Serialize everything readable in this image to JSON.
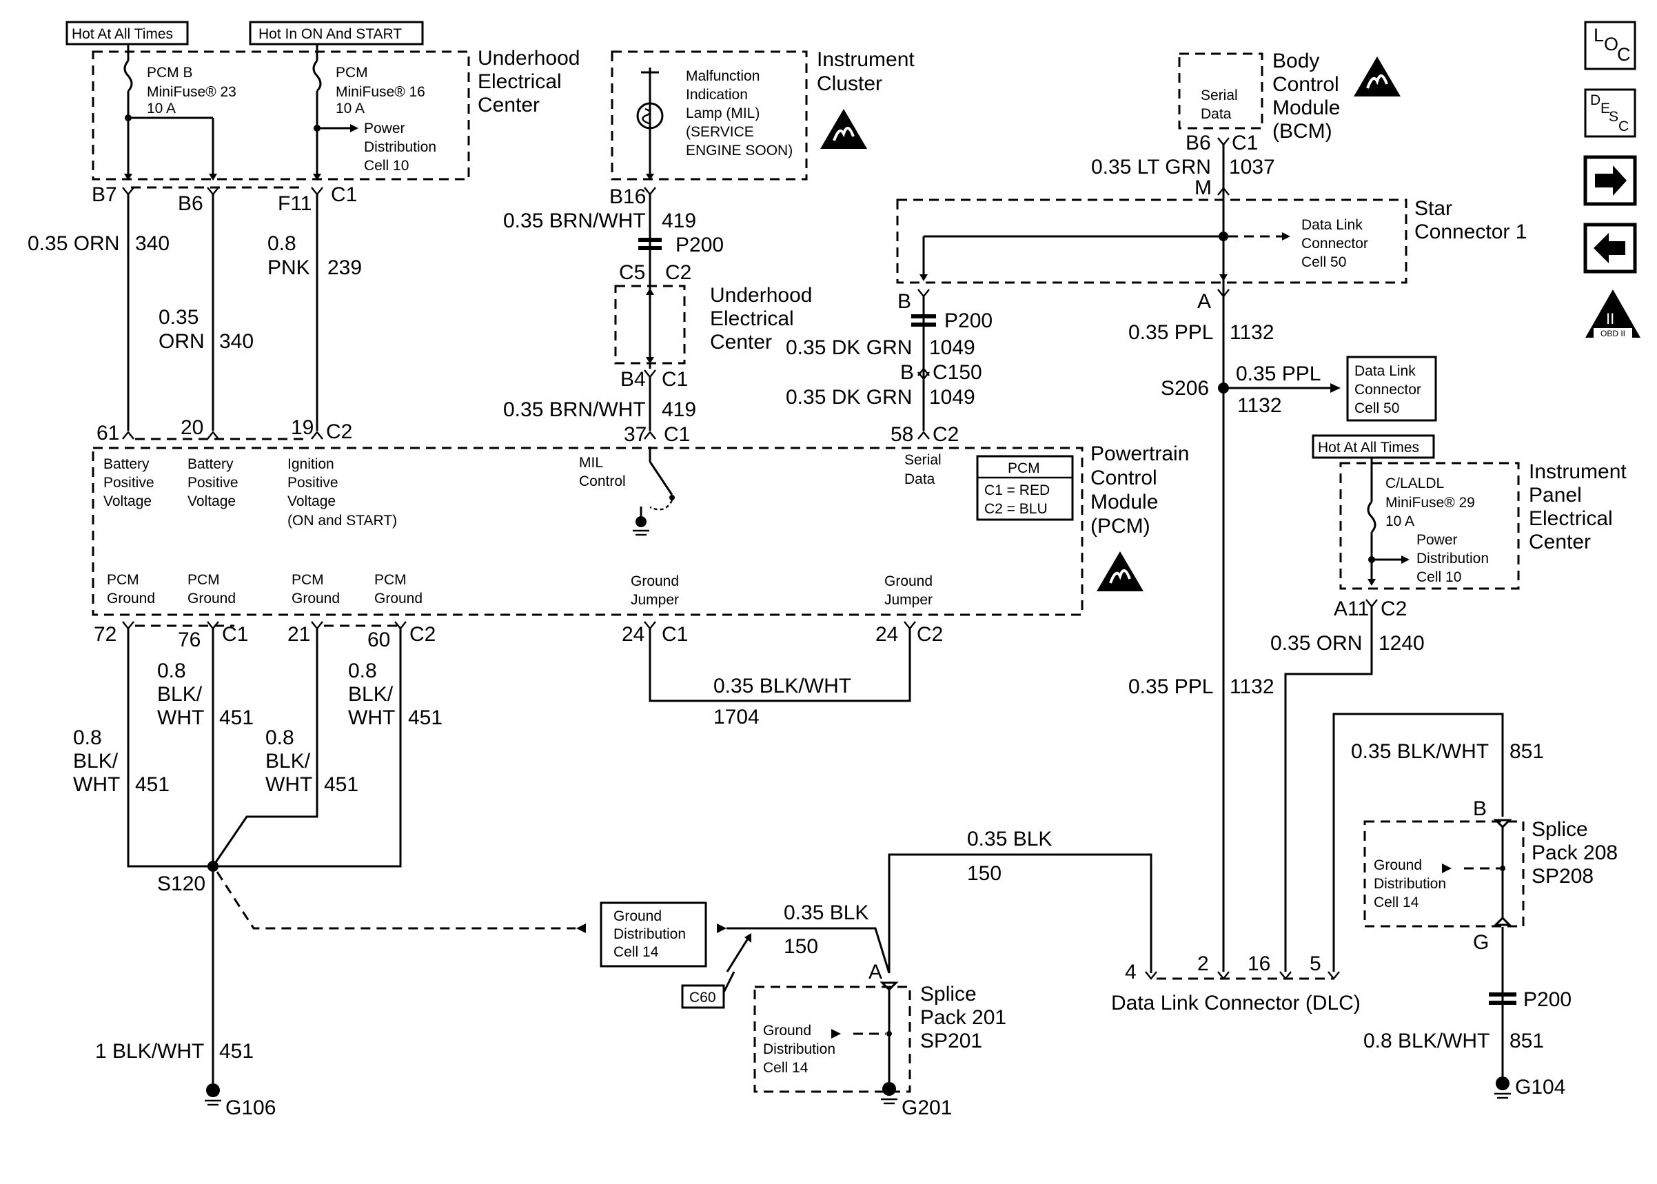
{
  "headers": {
    "hot_all_times": "Hot At All Times",
    "hot_on_start": "Hot In ON And START",
    "hot_all_times_2": "Hot At All Times"
  },
  "components": {
    "underhood_center_top": [
      "Underhood",
      "Electrical",
      "Center"
    ],
    "underhood_center_mid": [
      "Underhood",
      "Electrical",
      "Center"
    ],
    "instrument_cluster": [
      "Instrument",
      "Cluster"
    ],
    "bcm": [
      "Body",
      "Control",
      "Module",
      "(BCM)"
    ],
    "star_connector": [
      "Star",
      "Connector 1"
    ],
    "pcm": [
      "Powertrain",
      "Control",
      "Module",
      "(PCM)"
    ],
    "ip_center": [
      "Instrument",
      "Panel",
      "Electrical",
      "Center"
    ],
    "splice_201": [
      "Splice",
      "Pack 201",
      "SP201"
    ],
    "splice_208": [
      "Splice",
      "Pack 208",
      "SP208"
    ],
    "dlc": "Data Link Connector (DLC)"
  },
  "fuses": {
    "pcm_b": [
      "PCM B",
      "MiniFuse® 23",
      "10 A"
    ],
    "pcm": [
      "PCM",
      "MiniFuse® 16",
      "10 A"
    ],
    "clalidl": [
      "C/LALDL",
      "MiniFuse® 29",
      "10 A"
    ]
  },
  "refs": {
    "power_dist": [
      "Power",
      "Distribution",
      "Cell 10"
    ],
    "power_dist_ip": [
      "Power",
      "Distribution",
      "Cell 10"
    ],
    "mil": [
      "Malfunction",
      "Indication",
      "Lamp (MIL)",
      "(SERVICE",
      "ENGINE SOON)"
    ],
    "serial_data_bcm": [
      "Serial",
      "Data"
    ],
    "dlc_ref_star": [
      "Data Link",
      "Connector",
      "Cell 50"
    ],
    "dlc_ref_box": [
      "Data Link",
      "Connector",
      "Cell 50"
    ],
    "ground_dist_box": [
      "Ground",
      "Distribution",
      "Cell 14"
    ],
    "ground_dist_sp201": [
      "Ground",
      "Distribution",
      "Cell 14"
    ],
    "ground_dist_sp208": [
      "Ground",
      "Distribution",
      "Cell 14"
    ],
    "c60": "C60"
  },
  "pcm_pins": {
    "batt1": [
      "Battery",
      "Positive",
      "Voltage"
    ],
    "batt2": [
      "Battery",
      "Positive",
      "Voltage"
    ],
    "ign": [
      "Ignition",
      "Positive",
      "Voltage",
      "(ON and START)"
    ],
    "mil_ctrl": [
      "MIL",
      "Control"
    ],
    "serial": [
      "Serial",
      "Data"
    ],
    "gnd1": [
      "PCM",
      "Ground"
    ],
    "gnd2": [
      "PCM",
      "Ground"
    ],
    "gnd3": [
      "PCM",
      "Ground"
    ],
    "gnd4": [
      "PCM",
      "Ground"
    ],
    "jumper1": [
      "Ground",
      "Jumper"
    ],
    "jumper2": [
      "Ground",
      "Jumper"
    ],
    "legend_title": "PCM",
    "legend_c1": "C1 = RED",
    "legend_c2": "C2 = BLU"
  },
  "pins": {
    "b7": "B7",
    "b6": "B6",
    "f11": "F11",
    "c1_top": "C1",
    "p61": "61",
    "p20": "20",
    "p19": "19",
    "c2_pcm": "C2",
    "b16": "B16",
    "c5": "C5",
    "c2_ip": "C2",
    "b4": "B4",
    "c1_b4": "C1",
    "p37": "37",
    "c1_37": "C1",
    "bcm_b6": "B6",
    "bcm_c1": "C1",
    "star_m": "M",
    "star_a": "A",
    "star_b": "B",
    "c150_b": "B",
    "c150": "C150",
    "p58": "58",
    "c2_58": "C2",
    "p72": "72",
    "p76": "76",
    "c1_76": "C1",
    "p21": "21",
    "p60": "60",
    "c2_60": "C2",
    "p24a": "24",
    "c1_24": "C1",
    "p24b": "24",
    "c2_24": "C2",
    "a11": "A11",
    "c2_a11": "C2",
    "sp201_a": "A",
    "sp208_b": "B",
    "sp208_g": "G",
    "dlc4": "4",
    "dlc2": "2",
    "dlc16": "16",
    "dlc5": "5"
  },
  "wires": {
    "w340a_gauge": "0.35 ORN",
    "w340a_circ": "340",
    "w340b_gauge1": "0.35",
    "w340b_gauge2": "ORN",
    "w340b_circ": "340",
    "w239_gauge1": "0.8",
    "w239_gauge2": "PNK",
    "w239_circ": "239",
    "w419a_gauge": "0.35 BRN/WHT",
    "w419a_circ": "419",
    "w419b_gauge": "0.35 BRN/WHT",
    "w419b_circ": "419",
    "w1037_gauge": "0.35 LT GRN",
    "w1037_circ": "1037",
    "w1049a_gauge": "0.35 DK GRN",
    "w1049a_circ": "1049",
    "w1049b_gauge": "0.35 DK GRN",
    "w1049b_circ": "1049",
    "w1132a_gauge": "0.35 PPL",
    "w1132a_circ": "1132",
    "w1132b_gauge": "0.35 PPL",
    "w1132b_circ": "1132",
    "w1132c_gauge": "0.35 PPL",
    "w1132c_circ": "1132",
    "w1240_gauge": "0.35 ORN",
    "w1240_circ": "1240",
    "w851a_gauge": "0.35 BLK/WHT",
    "w851a_circ": "851",
    "w851b_gauge": "0.8 BLK/WHT",
    "w851b_circ": "851",
    "w1704_gauge": "0.35 BLK/WHT",
    "w1704_circ": "1704",
    "w150a_gauge": "0.35 BLK",
    "w150a_circ": "150",
    "w150b_gauge": "0.35 BLK",
    "w150b_circ": "150",
    "w451_g": [
      "0.8",
      "BLK/",
      "WHT"
    ],
    "w451_circ": "451",
    "w451_main_gauge": "1 BLK/WHT",
    "w451_main_circ": "451"
  },
  "splices": {
    "s206": "S206",
    "s120": "S120"
  },
  "connectors": {
    "p200a": "P200",
    "p200b": "P200",
    "p200c": "P200"
  },
  "grounds": {
    "g106": "G106",
    "g201": "G201",
    "g104": "G104"
  },
  "side_icons": {
    "loc": "LOC",
    "desc": "DESC",
    "next": "right-arrow-icon",
    "prev": "left-arrow-icon",
    "obd": "OBD II"
  }
}
